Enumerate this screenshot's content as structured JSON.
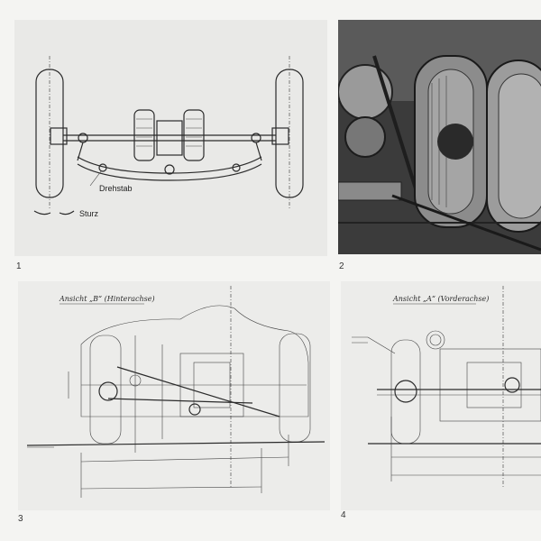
{
  "figures": [
    {
      "number": "1",
      "labels": {
        "drehstab": "Drehstab",
        "sturz": "Sturz"
      }
    },
    {
      "number": "2"
    },
    {
      "number": "3",
      "caption_handwritten": "Ansicht „B“ (Hinterachse)"
    },
    {
      "number": "4",
      "caption_handwritten": "Ansicht „A“ (Vorderachse)"
    }
  ]
}
